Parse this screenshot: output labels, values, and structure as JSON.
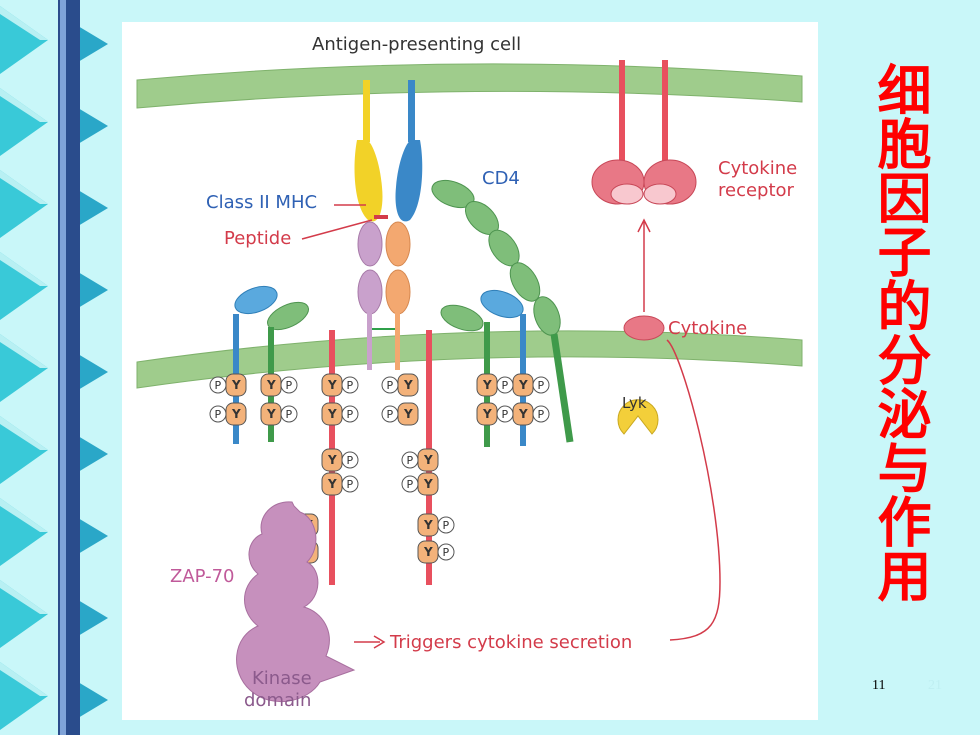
{
  "slide": {
    "title": "细胞因子的分泌与作用",
    "number": "11",
    "ghost_number": "21",
    "background_color": "#c9f7f9",
    "title_color": "#ff0000"
  },
  "figure": {
    "labels": {
      "apc": "Antigen-presenting cell",
      "class2_mhc": "Class II MHC",
      "peptide": "Peptide",
      "cd4": "CD4",
      "cytokine_receptor_line1": "Cytokine",
      "cytokine_receptor_line2": "receptor",
      "cytokine": "Cytokine",
      "lyk": "Lyk",
      "zap70": "ZAP-70",
      "triggers": "Triggers cytokine secretion",
      "kinase_line1": "Kinase",
      "kinase_line2": "domain"
    },
    "glyphs": {
      "y": "Y",
      "p": "P"
    },
    "colors": {
      "membrane": "#9fcc8c",
      "receptor": "#e8505e",
      "mhc_alpha": "#f2d228",
      "mhc_beta": "#3a88c8",
      "tcr_alpha": "#c9a1cc",
      "tcr_beta": "#f3a870",
      "cd4": "#6aa96a",
      "zap70": "#c690bd",
      "itam": "#f3b27a",
      "label_blue": "#2f61b4",
      "label_red": "#d33b4a"
    }
  }
}
